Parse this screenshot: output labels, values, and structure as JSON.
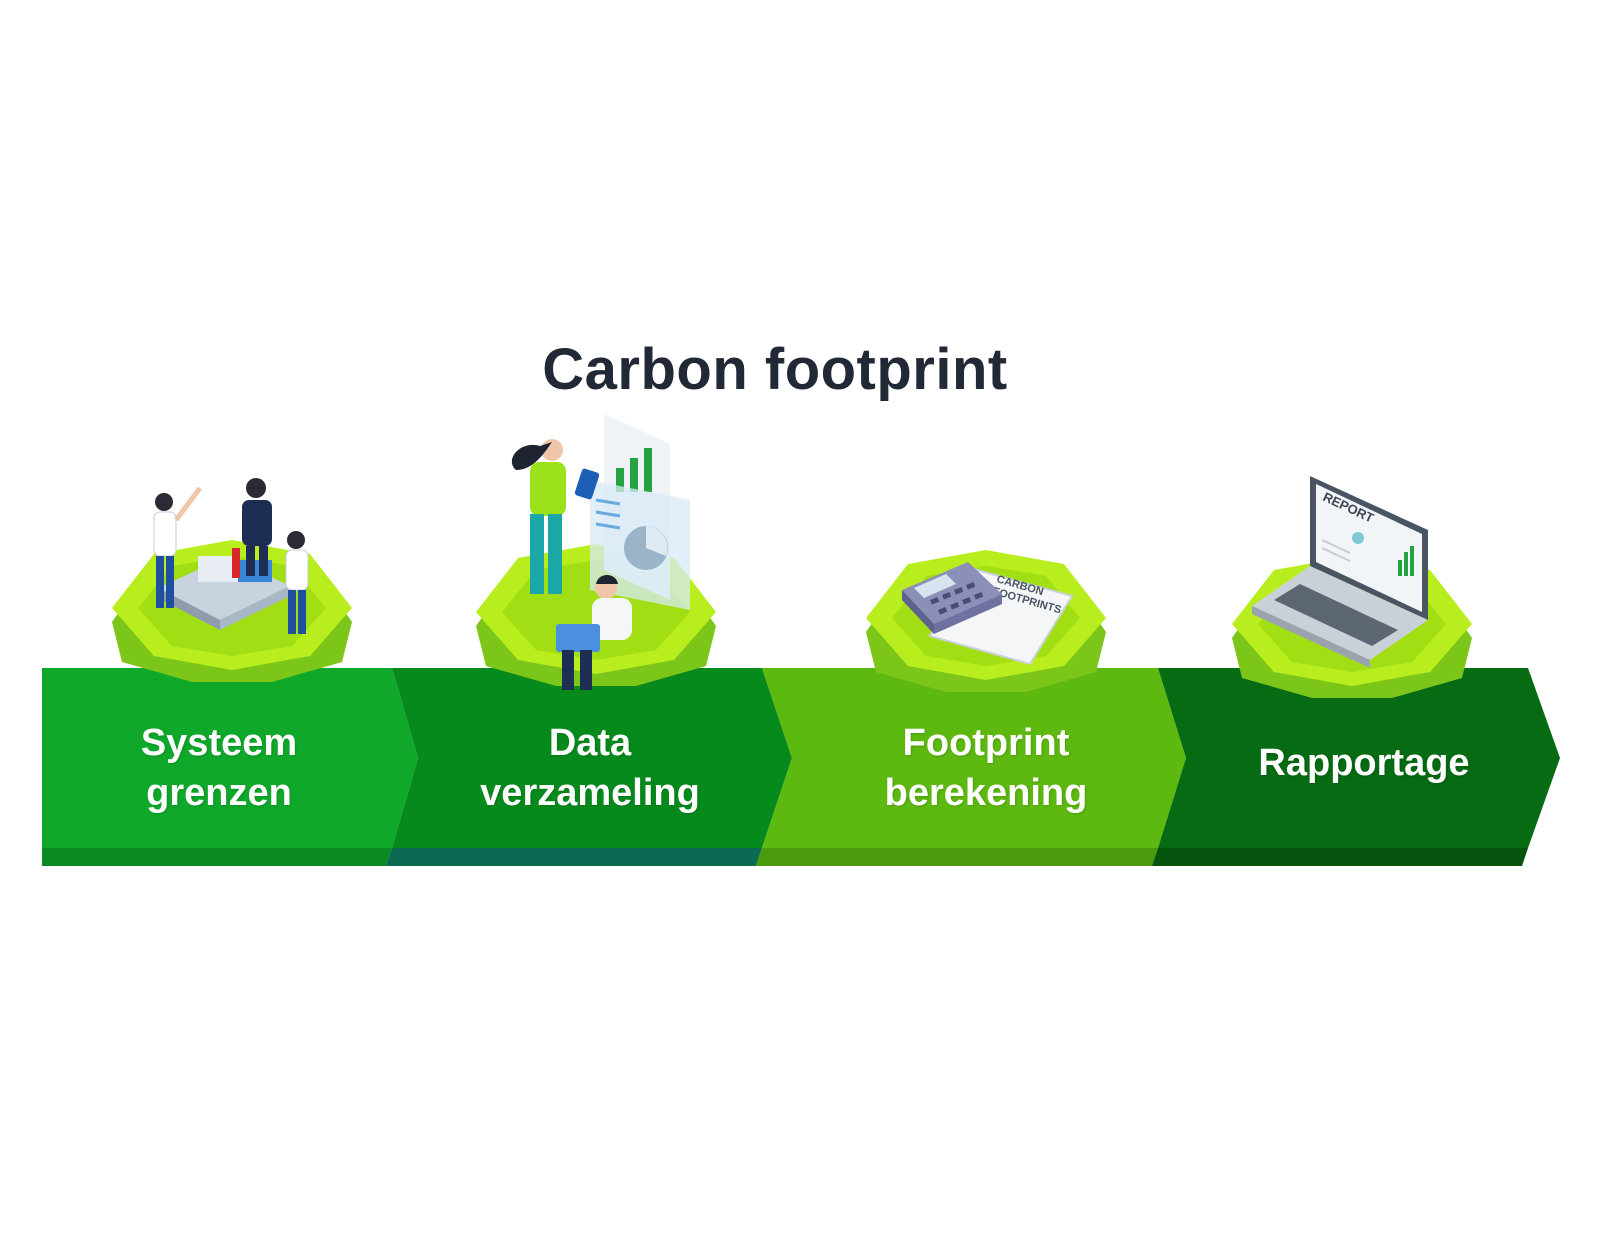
{
  "title": "Carbon footprint",
  "steps": [
    {
      "line1": "Systeem",
      "line2": "grenzen",
      "color": "#0fa82a"
    },
    {
      "line1": "Data",
      "line2": "verzameling",
      "color": "#078a1c"
    },
    {
      "line1": "Footprint",
      "line2": "berekening",
      "color": "#5db80f"
    },
    {
      "line1": "Rapportage",
      "line2": "",
      "color": "#066b12"
    }
  ],
  "illustrations": {
    "calculator_paper_text_1": "CARBON",
    "calculator_paper_text_2": "FOOTPRINTS",
    "laptop_screen_text": "REPORT"
  },
  "colors": {
    "platform_top": "#b9ee1e",
    "platform_side": "#7cc61a",
    "title": "#222936"
  }
}
